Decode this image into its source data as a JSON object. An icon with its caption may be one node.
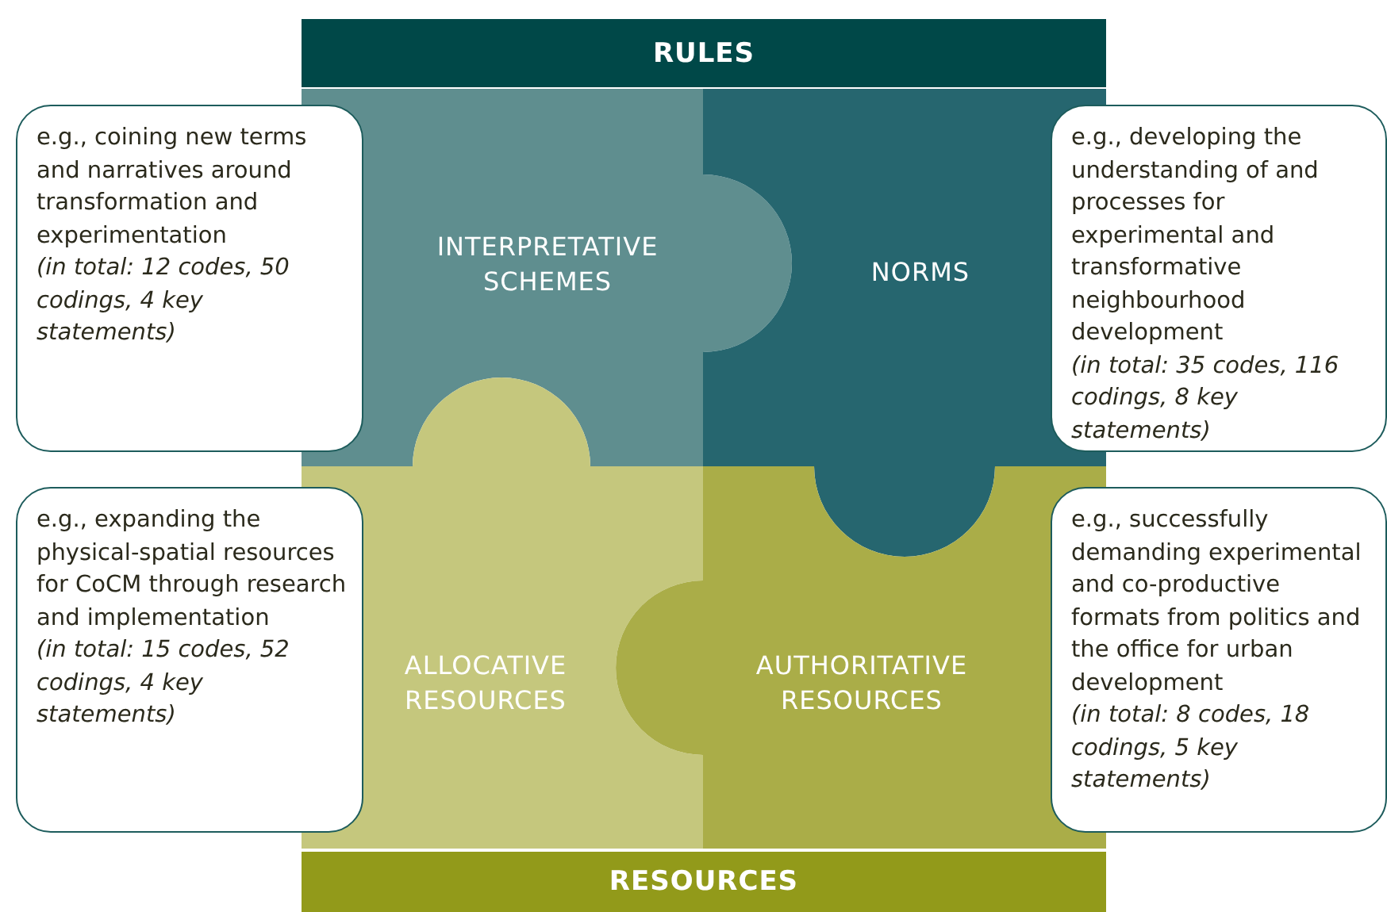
{
  "diagram": {
    "nodes": [
      {
        "text": [
          "RULES"
        ]
      },
      {
        "text": [
          "e.g., coining new terms and narratives around transformation and experimentation",
          "(in total: 12 codes, 50 codings, 4 key statements)"
        ]
      },
      {
        "text": [
          "INTERPRETATIVE SCHEMES"
        ]
      },
      {
        "text": [
          "NORMS"
        ]
      },
      {
        "text": [
          "e.g., developing the understanding of and processes for experimental and transformative neighbourhood development",
          "(in total: 35 codes, 116 codings, 8 key statements)"
        ]
      },
      {
        "text": [
          "e.g., expanding the physical-spatial resources for CoCM through research and implementation",
          "(in total: 15 codes, 52 codings, 4 key statements)"
        ]
      },
      {
        "text": [
          "ALLOCATIVE RESOURCES"
        ]
      },
      {
        "text": [
          "AUTHORITATIVE RESOURCES"
        ]
      },
      {
        "text": [
          "e.g., successfully demanding experimental and co-productive formats from politics and the office for urban development",
          "(in total: 8 codes, 18 codings, 5 key statements)"
        ]
      },
      {
        "text": [
          "RESOURCES"
        ]
      }
    ]
  }
}
